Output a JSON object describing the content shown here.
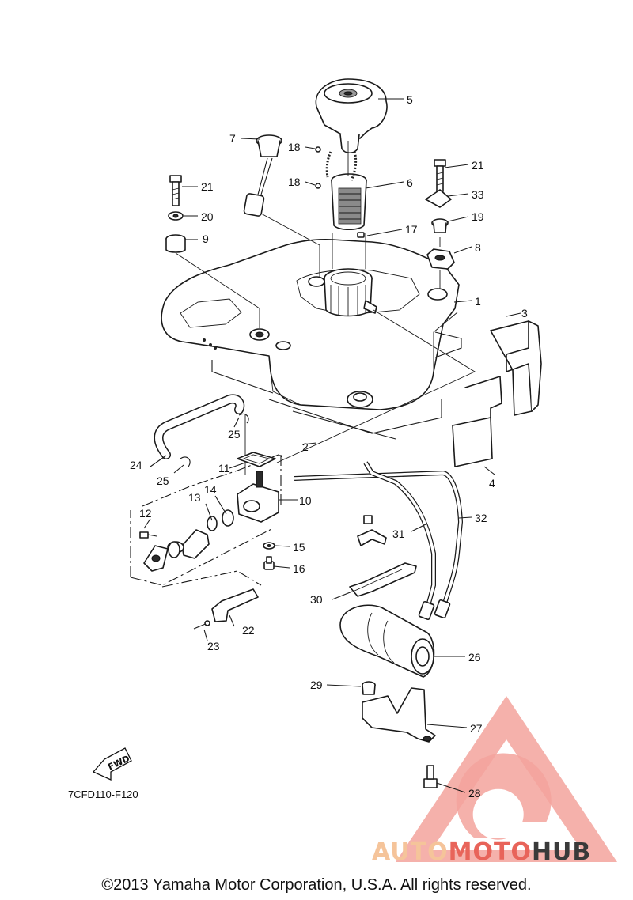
{
  "diagram_code": "7CFD110-F120",
  "copyright": "©2013 Yamaha Motor Corporation, U.S.A. All rights reserved.",
  "fwd_label": "FWD",
  "watermark": {
    "part1": "AUTO",
    "part2": "MOTO",
    "part3": "HUB",
    "color_light": "#f5c49a",
    "color_red": "#e8645a",
    "color_dark": "#3a3a3a"
  },
  "callouts": {
    "c1": "1",
    "c2": "2",
    "c3": "3",
    "c4": "4",
    "c5": "5",
    "c6": "6",
    "c7": "7",
    "c8": "8",
    "c9": "9",
    "c10": "10",
    "c11": "11",
    "c12": "12",
    "c13": "13",
    "c14": "14",
    "c15": "15",
    "c16": "16",
    "c17": "17",
    "c18a": "18",
    "c18b": "18",
    "c19": "19",
    "c20": "20",
    "c21a": "21",
    "c21b": "21",
    "c22": "22",
    "c23": "23",
    "c24": "24",
    "c25a": "25",
    "c25b": "25",
    "c26": "26",
    "c27": "27",
    "c28": "28",
    "c29": "29",
    "c30": "30",
    "c31": "31",
    "c32": "32",
    "c33": "33"
  }
}
